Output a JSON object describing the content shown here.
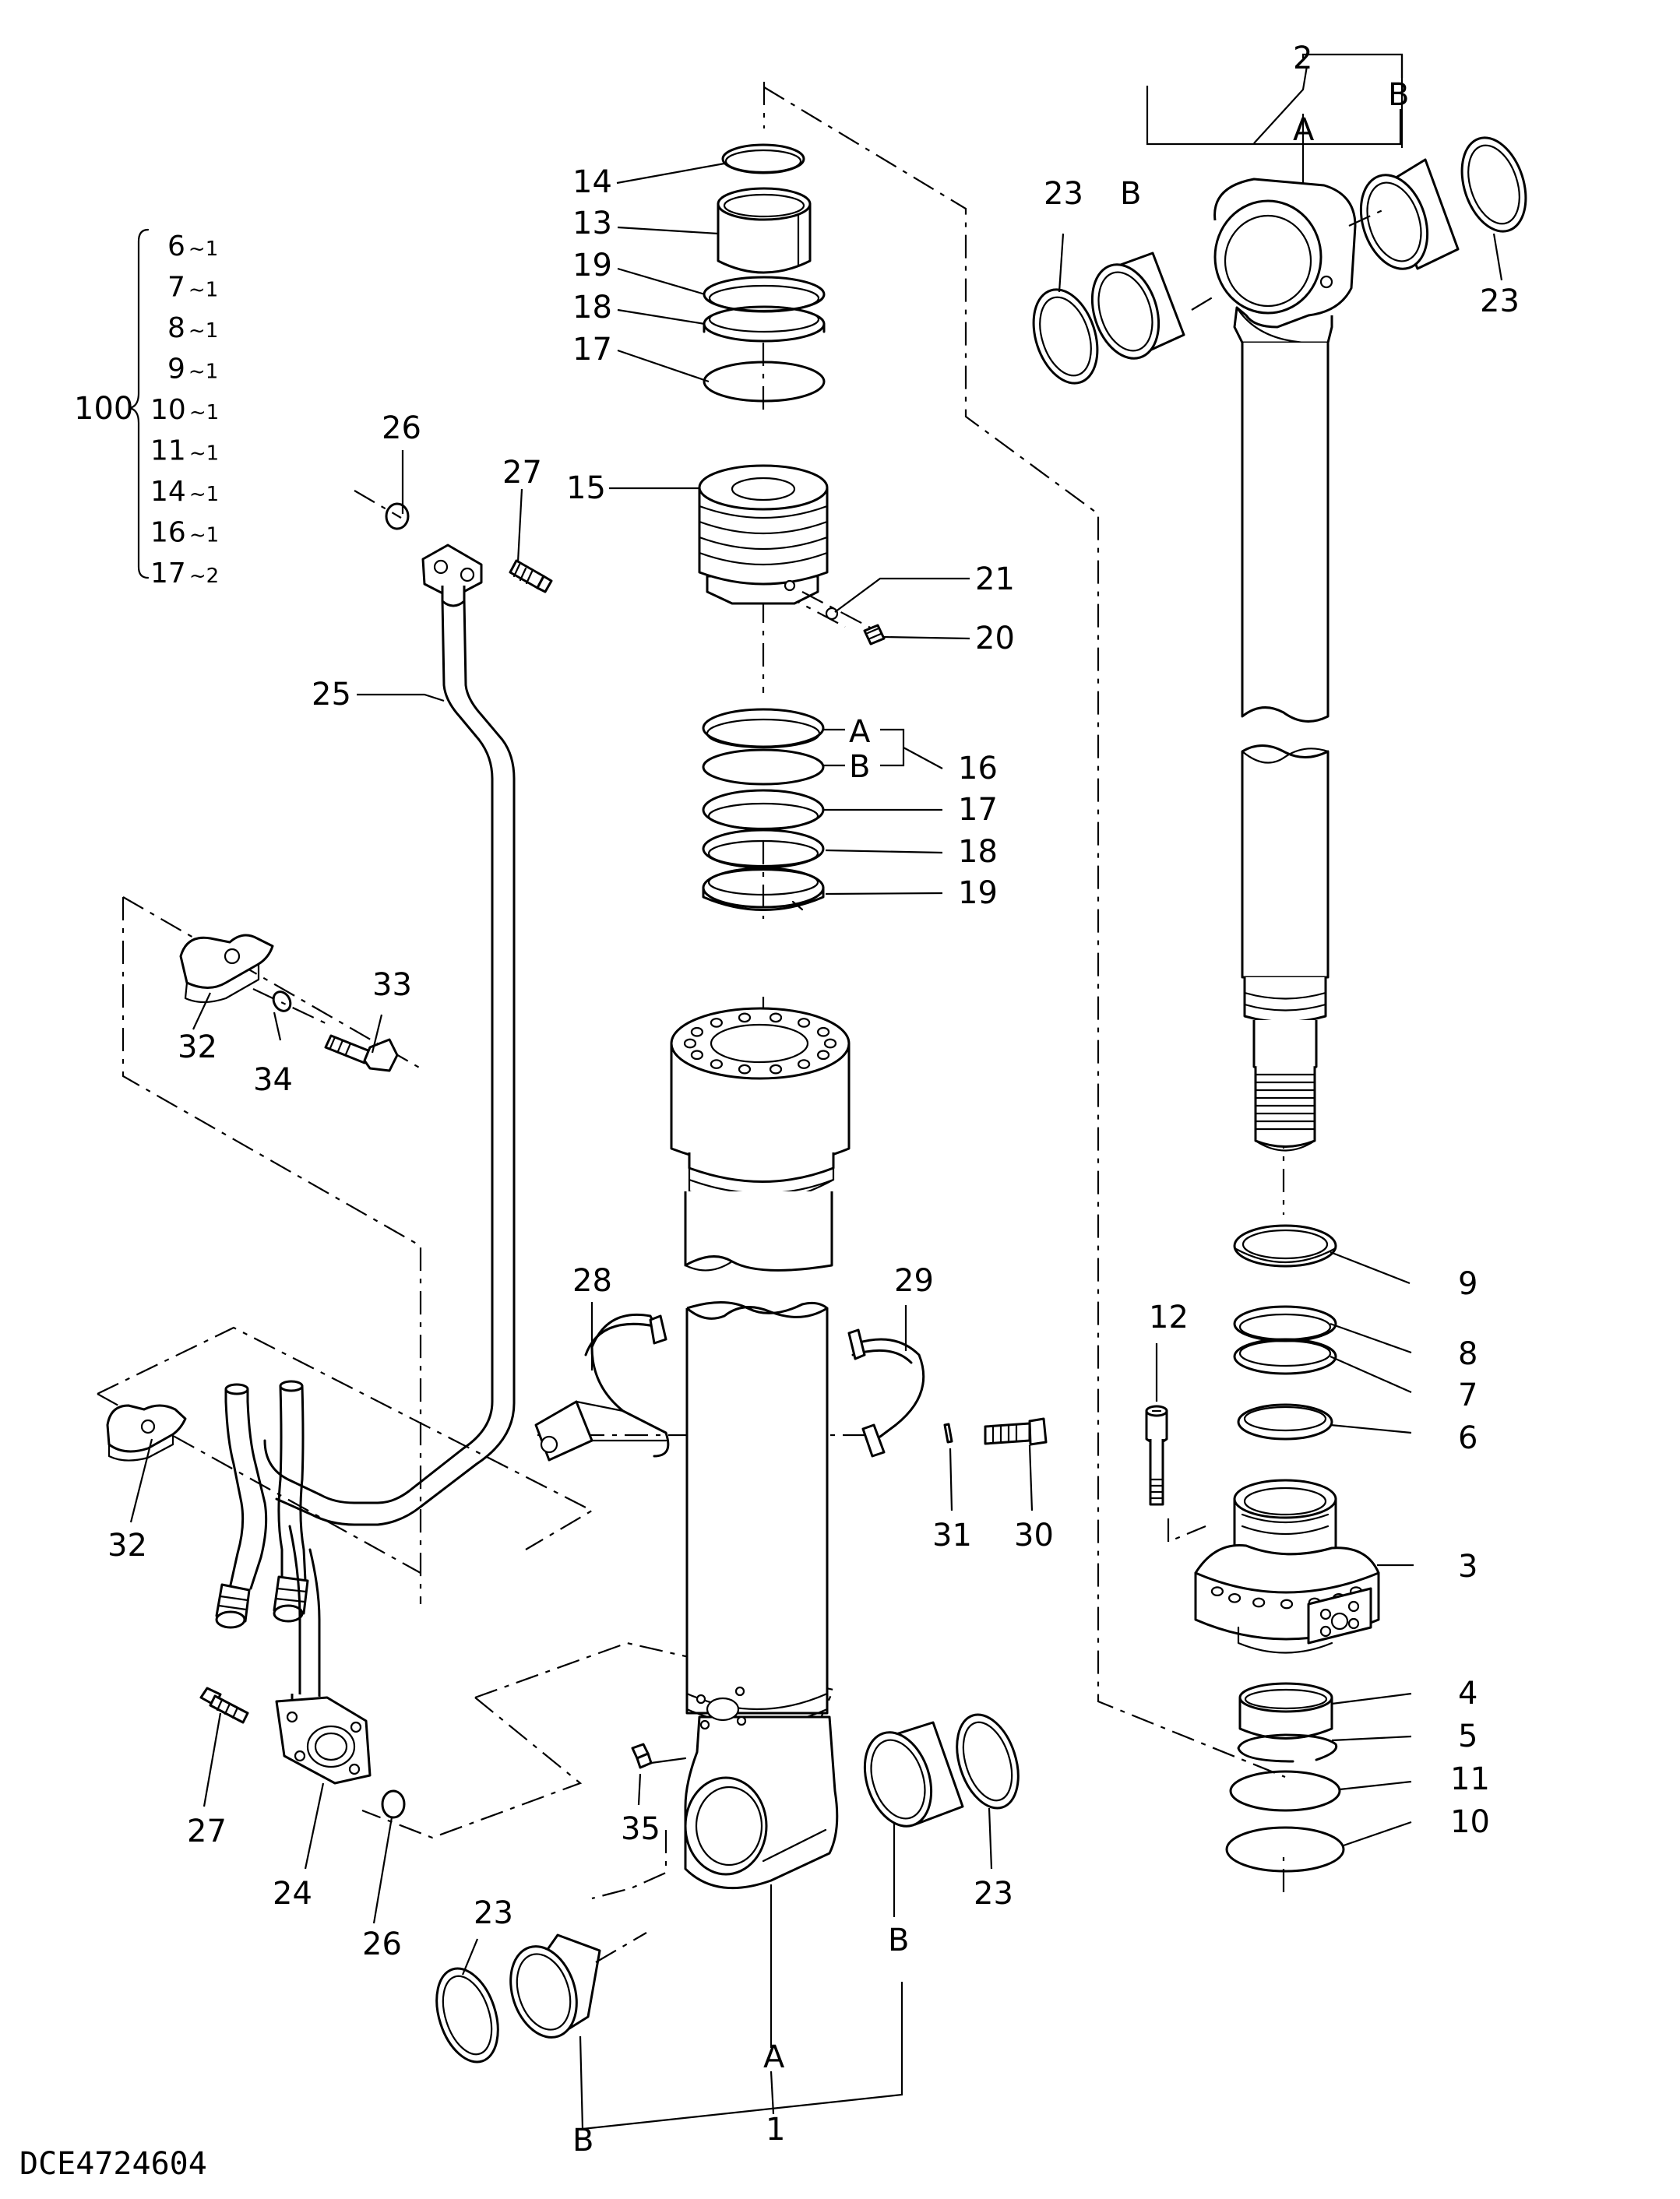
{
  "drawing_code": "DCE4724604",
  "kit": {
    "number": "100",
    "items": [
      {
        "part": "6",
        "qty": "1"
      },
      {
        "part": "7",
        "qty": "1"
      },
      {
        "part": "8",
        "qty": "1"
      },
      {
        "part": "9",
        "qty": "1"
      },
      {
        "part": "10",
        "qty": "1"
      },
      {
        "part": "11",
        "qty": "1"
      },
      {
        "part": "14",
        "qty": "1"
      },
      {
        "part": "16",
        "qty": "1"
      },
      {
        "part": "17",
        "qty": "2"
      }
    ]
  },
  "callouts": {
    "p1": "1",
    "p2": "2",
    "p3": "3",
    "p4": "4",
    "p5": "5",
    "p6": "6",
    "p7": "7",
    "p8": "8",
    "p9": "9",
    "p10": "10",
    "p11": "11",
    "p12": "12",
    "p13": "13",
    "p14": "14",
    "p15": "15",
    "p16": "16",
    "p17a": "17",
    "p17b": "17",
    "p18a": "18",
    "p18b": "18",
    "p19a": "19",
    "p19b": "19",
    "p20": "20",
    "p21": "21",
    "p23a": "23",
    "p23b": "23",
    "p23c": "23",
    "p23d": "23",
    "p24": "24",
    "p25": "25",
    "p26a": "26",
    "p26b": "26",
    "p27a": "27",
    "p27b": "27",
    "p28": "28",
    "p29": "29",
    "p30": "30",
    "p31": "31",
    "p32a": "32",
    "p32b": "32",
    "p33": "33",
    "p34": "34",
    "p35": "35",
    "lA_rod": "A",
    "lB_rod1": "B",
    "lB_rod2": "B",
    "lA_seal": "A",
    "lB_seal": "B",
    "lA_tube": "A",
    "lB_tube1": "B",
    "lB_tube2": "B"
  }
}
